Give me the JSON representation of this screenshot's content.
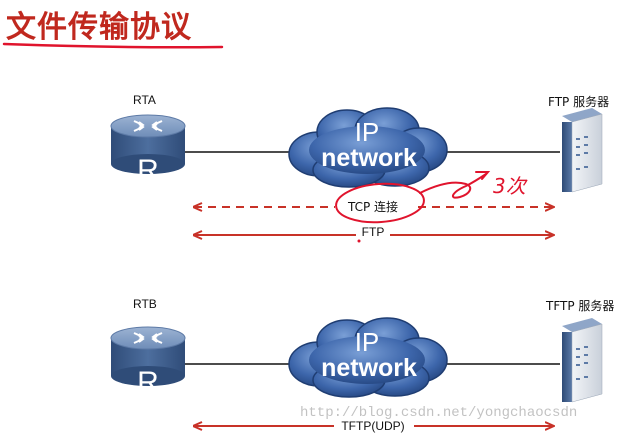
{
  "title": "文件传输协议",
  "top": {
    "router_name": "RTA",
    "router_letter": "R",
    "server_label": "FTP 服务器",
    "cloud_line1": "IP",
    "cloud_line2": "network",
    "connection_label": "TCP 连接",
    "protocol_label": "FTP",
    "annotation": "3次"
  },
  "bottom": {
    "router_name": "RTB",
    "router_letter": "R",
    "server_label": "TFTP 服务器",
    "cloud_line1": "IP",
    "cloud_line2": "network",
    "protocol_label": "TFTP(UDP)"
  },
  "watermark": "http://blog.csdn.net/yongchaocsdn",
  "colors": {
    "title": "#c0281e",
    "arrow": "#c83228",
    "handwriting": "#e0142d",
    "cloud_dark": "#2c4f8f",
    "cloud_light": "#5f88c6",
    "router_dark": "#3a5d8e"
  }
}
